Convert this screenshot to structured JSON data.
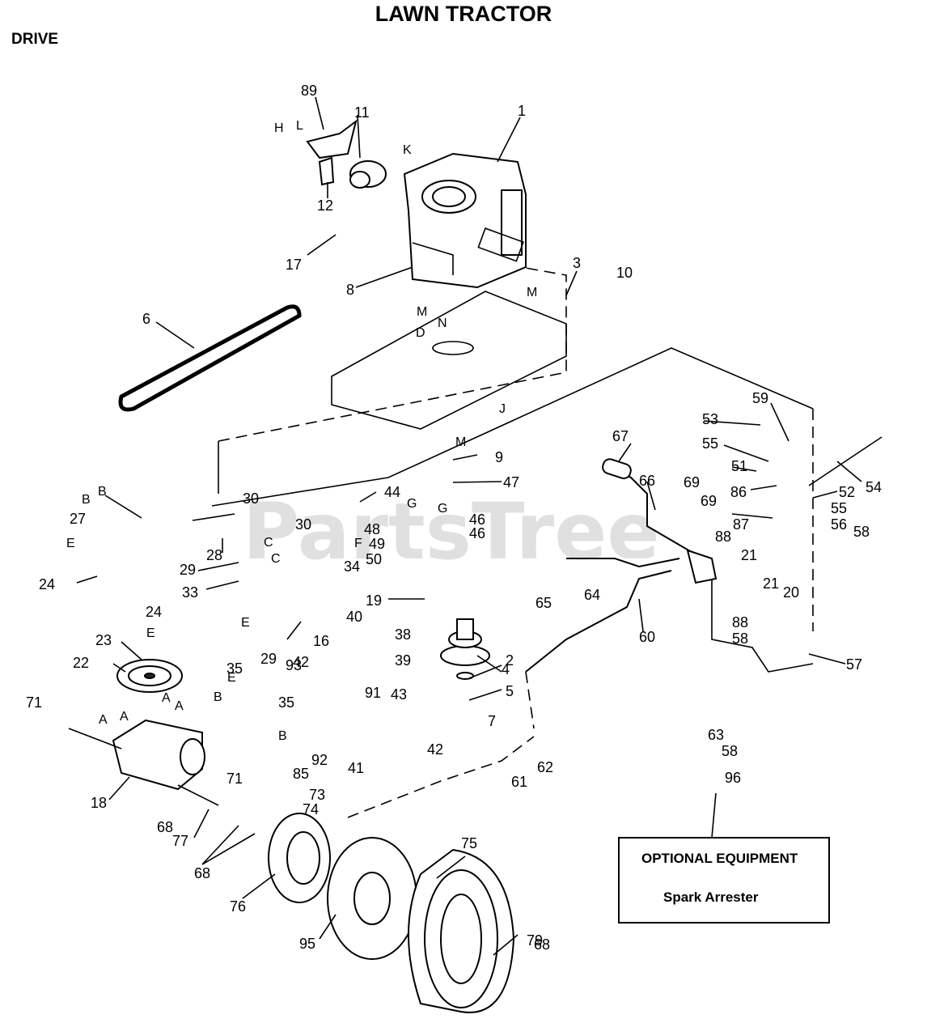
{
  "header": {
    "title": "LAWN TRACTOR",
    "section": "DRIVE"
  },
  "watermark": "PartsTree",
  "optional_box": {
    "heading": "OPTIONAL EQUIPMENT",
    "item": "Spark Arrester"
  },
  "part_labels": [
    "1",
    "2",
    "3",
    "4",
    "5",
    "6",
    "7",
    "8",
    "9",
    "10",
    "11",
    "12",
    "16",
    "17",
    "18",
    "19",
    "20",
    "21",
    "21",
    "22",
    "23",
    "24",
    "24",
    "27",
    "28",
    "29",
    "29",
    "30",
    "30",
    "33",
    "34",
    "35",
    "35",
    "38",
    "39",
    "40",
    "41",
    "42",
    "42",
    "43",
    "44",
    "46",
    "46",
    "47",
    "48",
    "49",
    "50",
    "51",
    "52",
    "53",
    "54",
    "55",
    "55",
    "56",
    "57",
    "58",
    "58",
    "58",
    "59",
    "60",
    "61",
    "62",
    "63",
    "64",
    "65",
    "66",
    "67",
    "68",
    "68",
    "68",
    "69",
    "69",
    "71",
    "71",
    "73",
    "74",
    "75",
    "76",
    "77",
    "79",
    "85",
    "86",
    "87",
    "88",
    "88",
    "89",
    "91",
    "92",
    "93",
    "95",
    "96"
  ],
  "connector_letters": [
    "A",
    "A",
    "A",
    "A",
    "B",
    "B",
    "B",
    "B",
    "C",
    "C",
    "D",
    "E",
    "E",
    "E",
    "E",
    "F",
    "G",
    "G",
    "H",
    "J",
    "K",
    "L",
    "M",
    "M",
    "M",
    "N"
  ]
}
